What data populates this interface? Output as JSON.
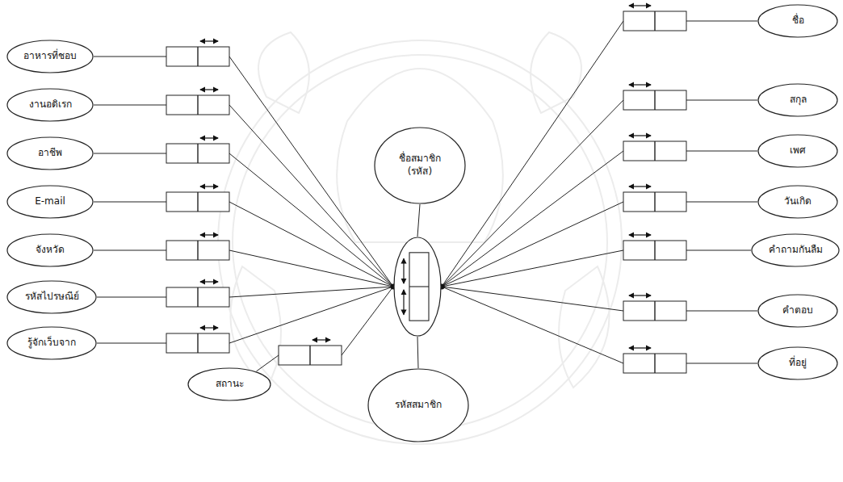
{
  "diagram": {
    "nodes": [
      {
        "text": [
          "อาหารที่ชอบ"
        ]
      },
      {
        "text": [
          "งานอดิเรก"
        ]
      },
      {
        "text": [
          "อาชีพ"
        ]
      },
      {
        "text": [
          "E-mail"
        ]
      },
      {
        "text": [
          "จังหวัด"
        ]
      },
      {
        "text": [
          "รหัสไปรษณีย์"
        ]
      },
      {
        "text": [
          "รู้จักเว็บจาก"
        ]
      },
      {
        "text": [
          "สถานะ"
        ]
      },
      {
        "text": [
          "ชื่อสมาชิก (รหัส)"
        ]
      },
      {
        "text": []
      },
      {
        "text": [
          "รหัสสมาชิก"
        ]
      },
      {
        "text": [
          "ชื่อ"
        ]
      },
      {
        "text": [
          "สกุล"
        ]
      },
      {
        "text": [
          "เพศ"
        ]
      },
      {
        "text": [
          "วันเกิด"
        ]
      },
      {
        "text": [
          "คำถามกันลืม"
        ]
      },
      {
        "text": [
          "คำตอบ"
        ]
      },
      {
        "text": [
          "ที่อยู่"
        ]
      }
    ],
    "edges": [
      {
        "from": 0,
        "to": 9,
        "arrow": "none"
      },
      {
        "from": 1,
        "to": 9,
        "arrow": "none"
      },
      {
        "from": 2,
        "to": 9,
        "arrow": "none"
      },
      {
        "from": 3,
        "to": 9,
        "arrow": "none"
      },
      {
        "from": 4,
        "to": 9,
        "arrow": "none"
      },
      {
        "from": 5,
        "to": 9,
        "arrow": "none"
      },
      {
        "from": 6,
        "to": 9,
        "arrow": "none"
      },
      {
        "from": 7,
        "to": 9,
        "arrow": "none"
      },
      {
        "from": 8,
        "to": 9,
        "arrow": "none"
      },
      {
        "from": 9,
        "to": 10,
        "arrow": "none"
      },
      {
        "from": 11,
        "to": 9,
        "arrow": "none"
      },
      {
        "from": 12,
        "to": 9,
        "arrow": "none"
      },
      {
        "from": 13,
        "to": 9,
        "arrow": "none"
      },
      {
        "from": 14,
        "to": 9,
        "arrow": "none"
      },
      {
        "from": 15,
        "to": 9,
        "arrow": "none"
      },
      {
        "from": 16,
        "to": 9,
        "arrow": "none"
      },
      {
        "from": 17,
        "to": 9,
        "arrow": "none"
      }
    ]
  }
}
